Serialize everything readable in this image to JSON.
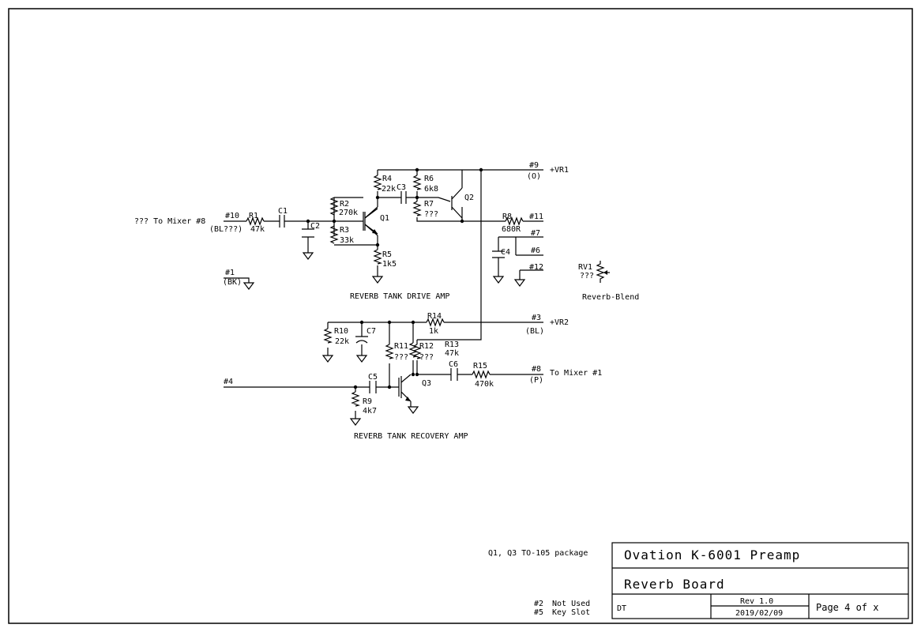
{
  "schematic": {
    "connectors": {
      "c10": "#10",
      "c10_color": "(BL???)",
      "to_mixer8": "??? To Mixer #8",
      "c1": "#1",
      "c1_color": "(BK)",
      "c9": "#9",
      "c9_color": "(O)",
      "vr1": "+VR1",
      "c11": "#11",
      "c7": "#7",
      "c6": "#6",
      "c12": "#12",
      "c3": "#3",
      "c3_color": "(BL)",
      "vr2": "+VR2",
      "c8": "#8",
      "c8_color": "(P)",
      "to_mixer1": "To Mixer #1",
      "c4": "#4"
    },
    "components": {
      "r1": "R1",
      "r1_val": "47k",
      "c1": "C1",
      "c2": "C2",
      "r2": "R2",
      "r2_val": "270k",
      "r3": "R3",
      "r3_val": "33k",
      "r4": "R4",
      "r4_val": "22k",
      "c3": "C3",
      "r5": "R5",
      "r5_val": "1k5",
      "q1": "Q1",
      "r6": "R6",
      "r6_val": "6k8",
      "r7": "R7",
      "r7_val": "???",
      "q2": "Q2",
      "r8": "R8",
      "r8_val": "680R",
      "c4": "C4",
      "rv1": "RV1",
      "rv1_val": "???",
      "rv1_name": "Reverb-Blend",
      "r10": "R10",
      "r10_val": "22k",
      "c7": "C7",
      "r14": "R14",
      "r14_val": "1k",
      "r11": "R11",
      "r11_val": "???",
      "r12": "R12",
      "r12_val": "???",
      "r13": "R13",
      "r13_val": "47k",
      "c6": "C6",
      "r15": "R15",
      "r15_val": "470k",
      "c5": "C5",
      "q3": "Q3",
      "r9": "R9",
      "r9_val": "4k7"
    },
    "captions": {
      "drive": "REVERB TANK DRIVE AMP",
      "recovery": "REVERB TANK RECOVERY AMP"
    },
    "notes": {
      "package": "Q1, Q3 TO-105 package",
      "n2": "#2",
      "n2_text": "Not Used",
      "n5": "#5",
      "n5_text": "Key Slot"
    }
  },
  "title_block": {
    "title": "Ovation K-6001 Preamp",
    "subtitle": "Reverb Board",
    "author": "DT",
    "rev": "Rev 1.0",
    "date": "2019/02/09",
    "page": "Page 4 of x"
  }
}
